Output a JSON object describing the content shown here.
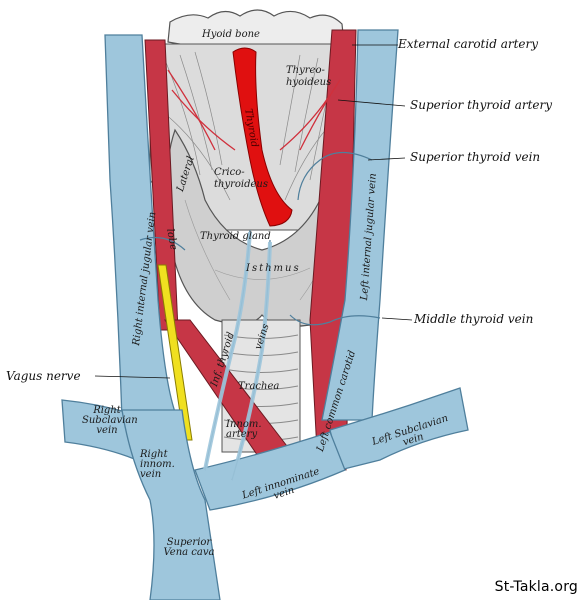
{
  "callouts": {
    "external_carotid_artery": "External carotid artery",
    "superior_thyroid_artery": "Superior thyroid artery",
    "superior_thyroid_vein": "Superior thyroid vein",
    "middle_thyroid_vein": "Middle thyroid vein",
    "vagus_nerve": "Vagus nerve"
  },
  "inline_labels": {
    "hyoid_bone": "Hyoid bone",
    "thyreo": "Thyreo-",
    "hyoideus": "hyoideus",
    "crico": "Crico-",
    "thyroideus": "thyroideus",
    "lateral": "Lateral",
    "lobe": "lobe",
    "thyroid_cartilage": "Thyroid",
    "thyroid_gland": "Thyroid gland",
    "isthmus": "Isthmus",
    "right_internal_jugular_vein": "Right internal jugular vein",
    "left_internal_jugular_vein": "Left internal jugular vein",
    "inf_thyroid": "Inf. thyroid",
    "veins": "veins",
    "trachea": "Trachea",
    "left_common_carotid": "Left common carotid",
    "right_subclavian_vein": "Right Subclavian vein",
    "right_innom_vein": "Right innom. vein",
    "left_innominate_vein": "Left innominate vein",
    "left_subclavian_vein": "Left Subclavian vein",
    "innom_artery": "Innom. artery",
    "superior_vena_cava": "Superior Vena cava"
  },
  "watermark": "St-Takla.org",
  "colors": {
    "vein": "#9ec6dc",
    "vein_edge": "#4f7f9c",
    "artery": "#c63646",
    "highlight": "#e01010",
    "nerve": "#f0e020",
    "muscle": "#d9d9d9",
    "gland": "#cfcfcf"
  }
}
